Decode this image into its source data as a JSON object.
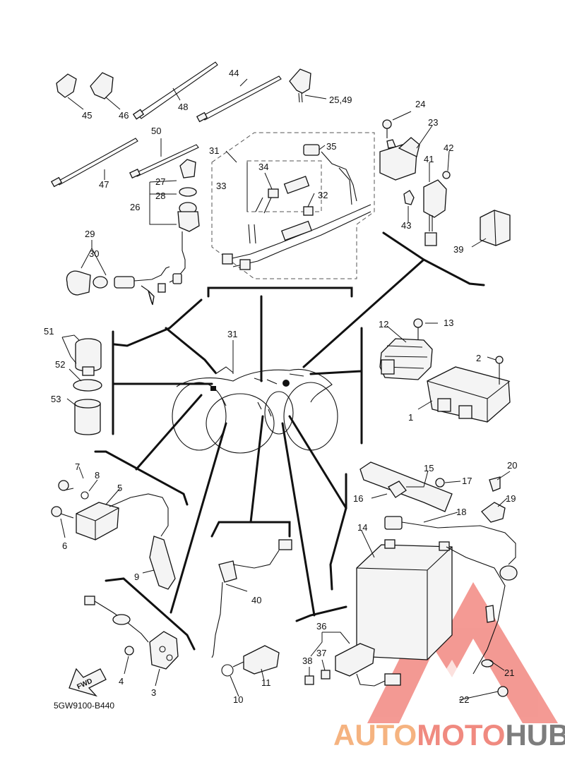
{
  "diagram": {
    "drawing_code": "5GW9100-B440",
    "fwd_arrow": "FWD",
    "callouts": {
      "c1": "1",
      "c2": "2",
      "c3": "3",
      "c4": "4",
      "c5": "5",
      "c6": "6",
      "c7": "7",
      "c8": "8",
      "c9": "9",
      "c10": "10",
      "c11": "11",
      "c12": "12",
      "c13": "13",
      "c14": "14",
      "c15": "15",
      "c16": "16",
      "c17": "17",
      "c18": "18",
      "c19": "19",
      "c20": "20",
      "c21": "21",
      "c22": "22",
      "c23": "23",
      "c24": "24",
      "c25_49": "25,49",
      "c26": "26",
      "c27": "27",
      "c28": "28",
      "c29": "29",
      "c30": "30",
      "c31_top": "31",
      "c31_center": "31",
      "c32": "32",
      "c33": "33",
      "c34": "34",
      "c35": "35",
      "c36": "36",
      "c37": "37",
      "c38": "38",
      "c39": "39",
      "c40": "40",
      "c41": "41",
      "c42": "42",
      "c43": "43",
      "c44": "44",
      "c45": "45",
      "c46": "46",
      "c47": "47",
      "c48": "48",
      "c50": "50",
      "c51": "51",
      "c52": "52",
      "c53": "53"
    }
  },
  "watermark": {
    "part1": "AUTO",
    "part2": "MOTO",
    "part3": "HUB",
    "colors": {
      "auto": "#f5b380",
      "moto": "#f08a80",
      "hub": "#7d7d7d",
      "logo": "#f07870"
    }
  }
}
